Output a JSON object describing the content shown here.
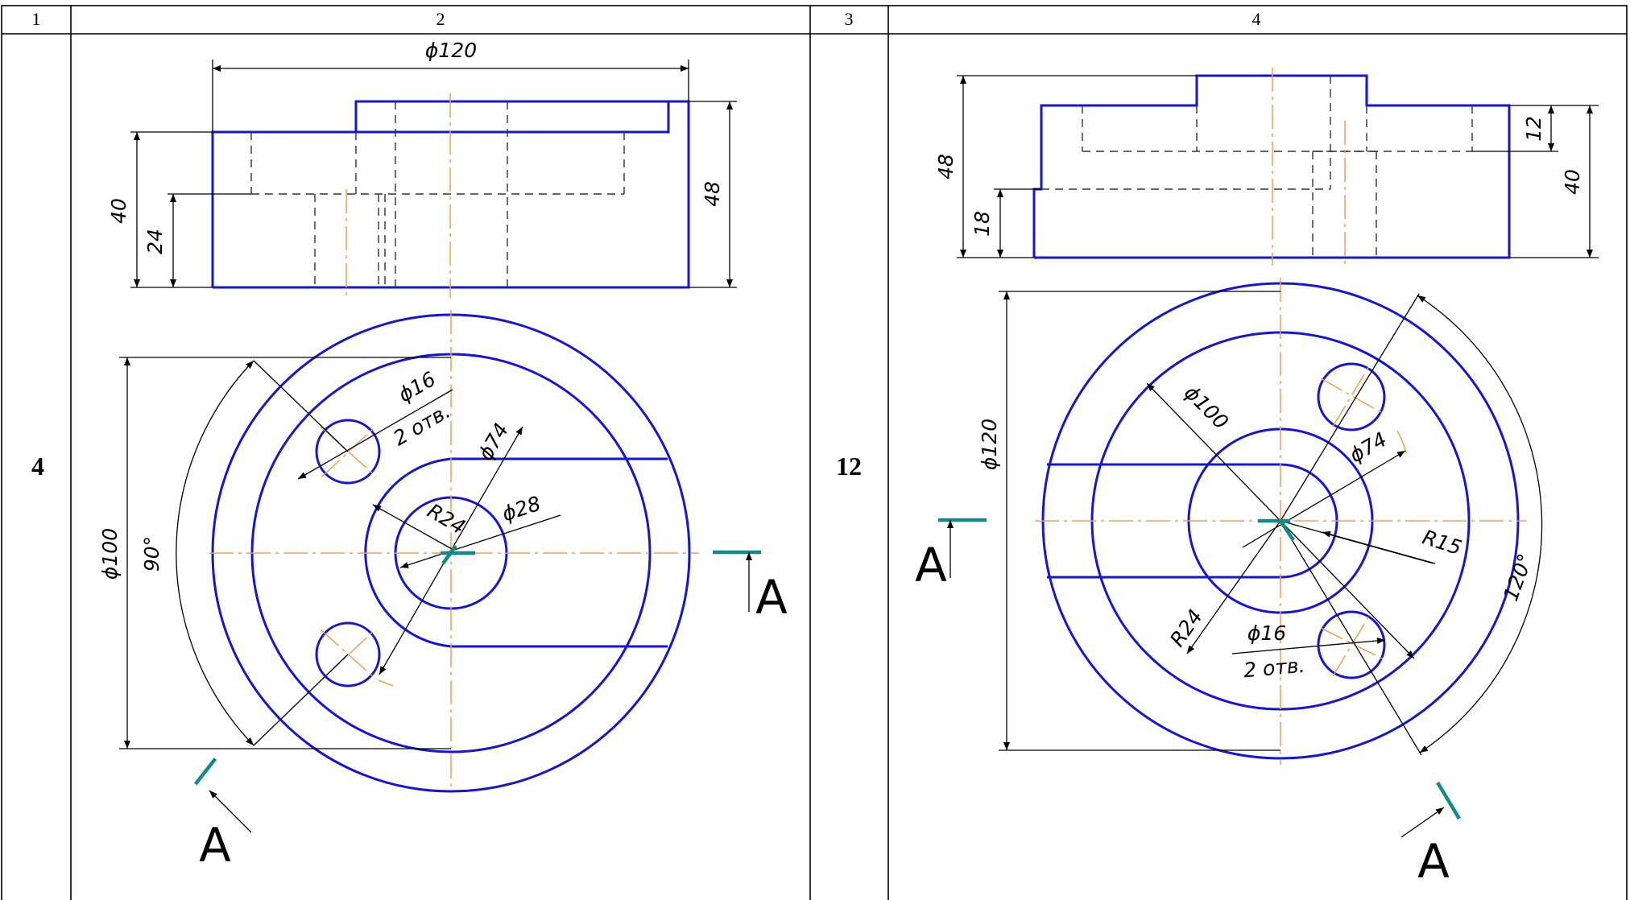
{
  "table": {
    "headers": [
      "1",
      "2",
      "3",
      "4"
    ],
    "rows": [
      {
        "variant": "4",
        "section_label": "A",
        "dimensions": {
          "outer_diameter": "ϕ120",
          "height_total": "48",
          "height_step": "40",
          "height_bottom": "24",
          "pitch_circle": "ϕ100",
          "angle": "90°",
          "hole_diameter": "ϕ16",
          "hole_count": "2 отв.",
          "slot_diameter": "ϕ74",
          "slot_radius": "R24",
          "bore_diameter": "ϕ28"
        }
      },
      {
        "variant": "12",
        "section_label": "A",
        "dimensions": {
          "outer_diameter": "ϕ120",
          "height_total": "48",
          "height_step": "40",
          "height_top": "12",
          "height_bottom": "18",
          "pitch_circle": "ϕ100",
          "angle": "120°",
          "hole_diameter": "ϕ16",
          "hole_count": "2 отв.",
          "boss_diameter": "ϕ74",
          "slot_radius": "R24",
          "bore_radius": "R15"
        }
      }
    ]
  },
  "colors": {
    "contour": "#1515d6",
    "axis": "#f0a050",
    "section": "#138a8a"
  }
}
